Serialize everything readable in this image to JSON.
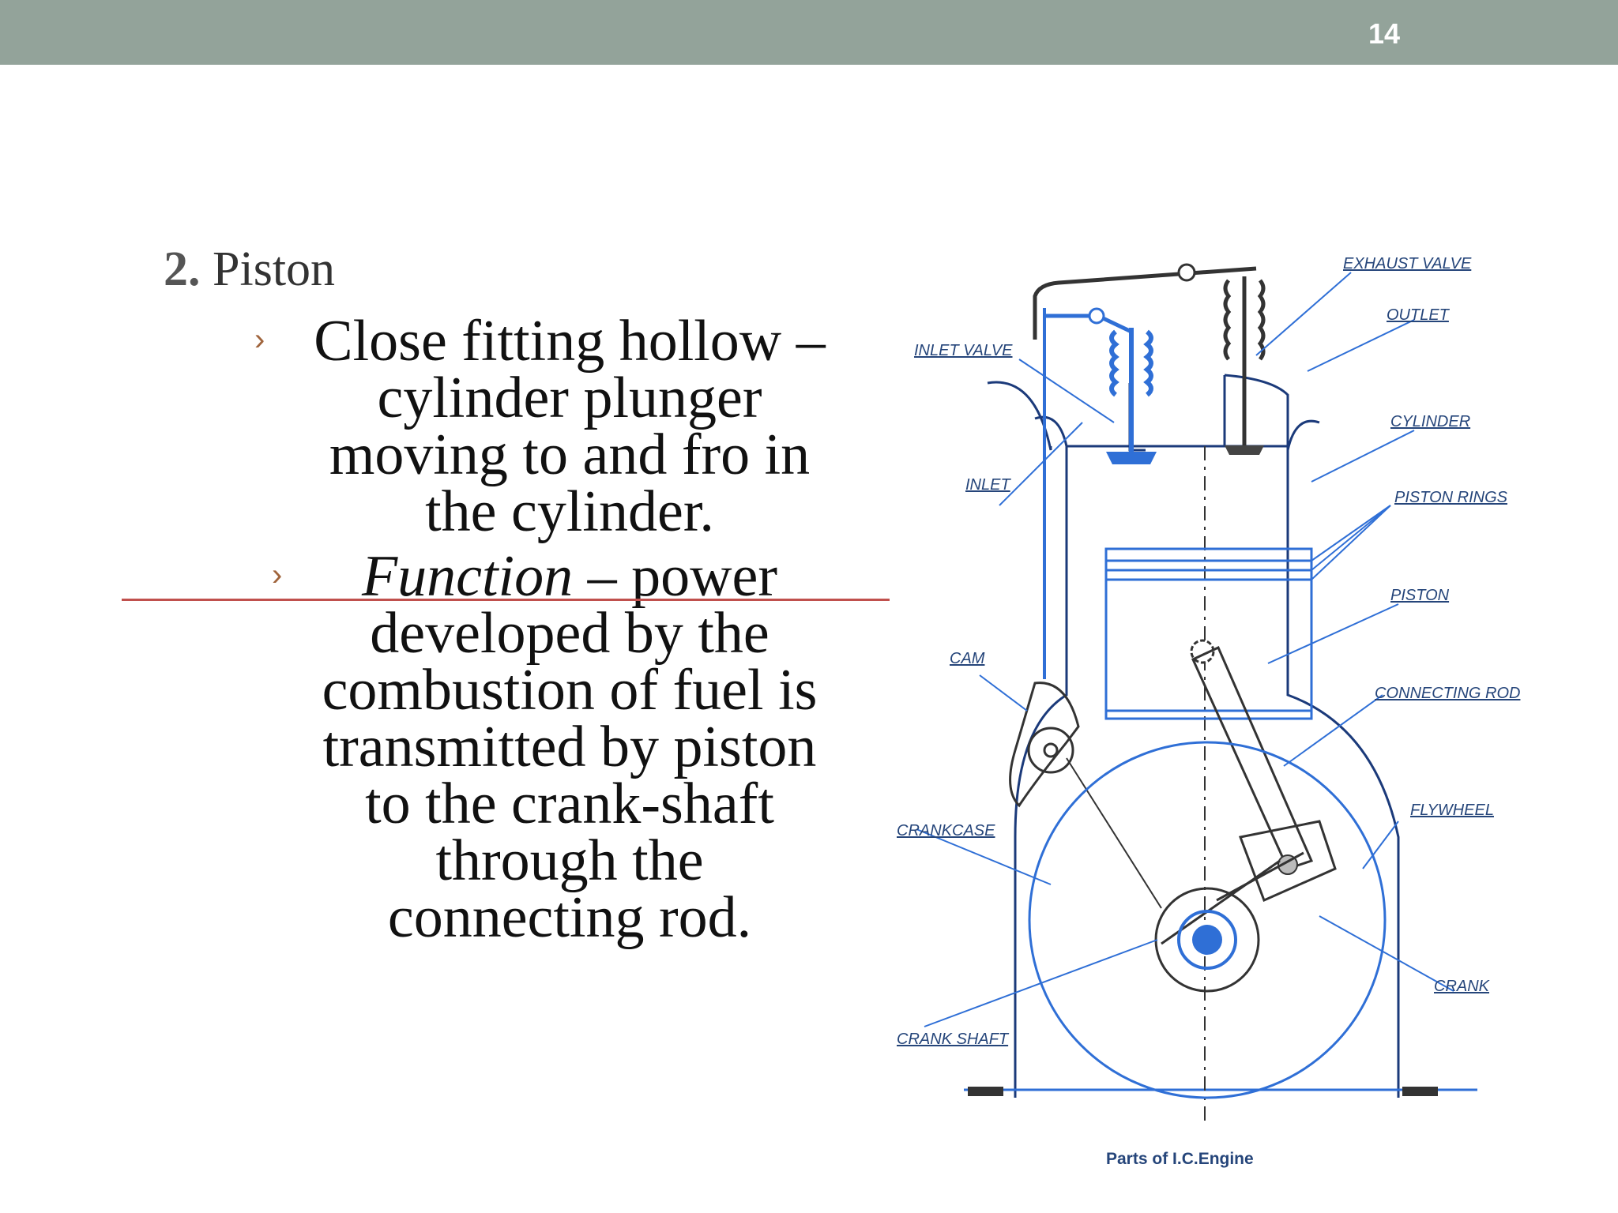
{
  "slide": {
    "number": "14"
  },
  "heading": {
    "number": "2.",
    "title": "Piston"
  },
  "bullets": [
    {
      "text": "Close fitting hollow – cylinder plunger moving to and fro in the cylinder."
    },
    {
      "italic": "Function",
      "text": " – power developed by the combustion of fuel is transmitted by piston to the crank-shaft through the connecting rod."
    }
  ],
  "diagram": {
    "labels": {
      "exhaust_valve": "EXHAUST VALVE",
      "outlet": "OUTLET",
      "inlet_valve": "INLET VALVE",
      "cylinder": "CYLINDER",
      "inlet": "INLET",
      "piston_rings": "PISTON RINGS",
      "piston": "PISTON",
      "cam": "CAM",
      "connecting_rod": "CONNECTING ROD",
      "crankcase": "CRANKCASE",
      "flywheel": "FLYWHEEL",
      "crank": "CRANK",
      "crank_shaft": "CRANK SHAFT"
    },
    "caption": "Parts of I.C.Engine"
  },
  "colors": {
    "topbar": "#93a39a",
    "bullet_marker": "#a0643c",
    "divider": "#c0504d",
    "drawing": "#2f6fd6",
    "label": "#25457a"
  }
}
